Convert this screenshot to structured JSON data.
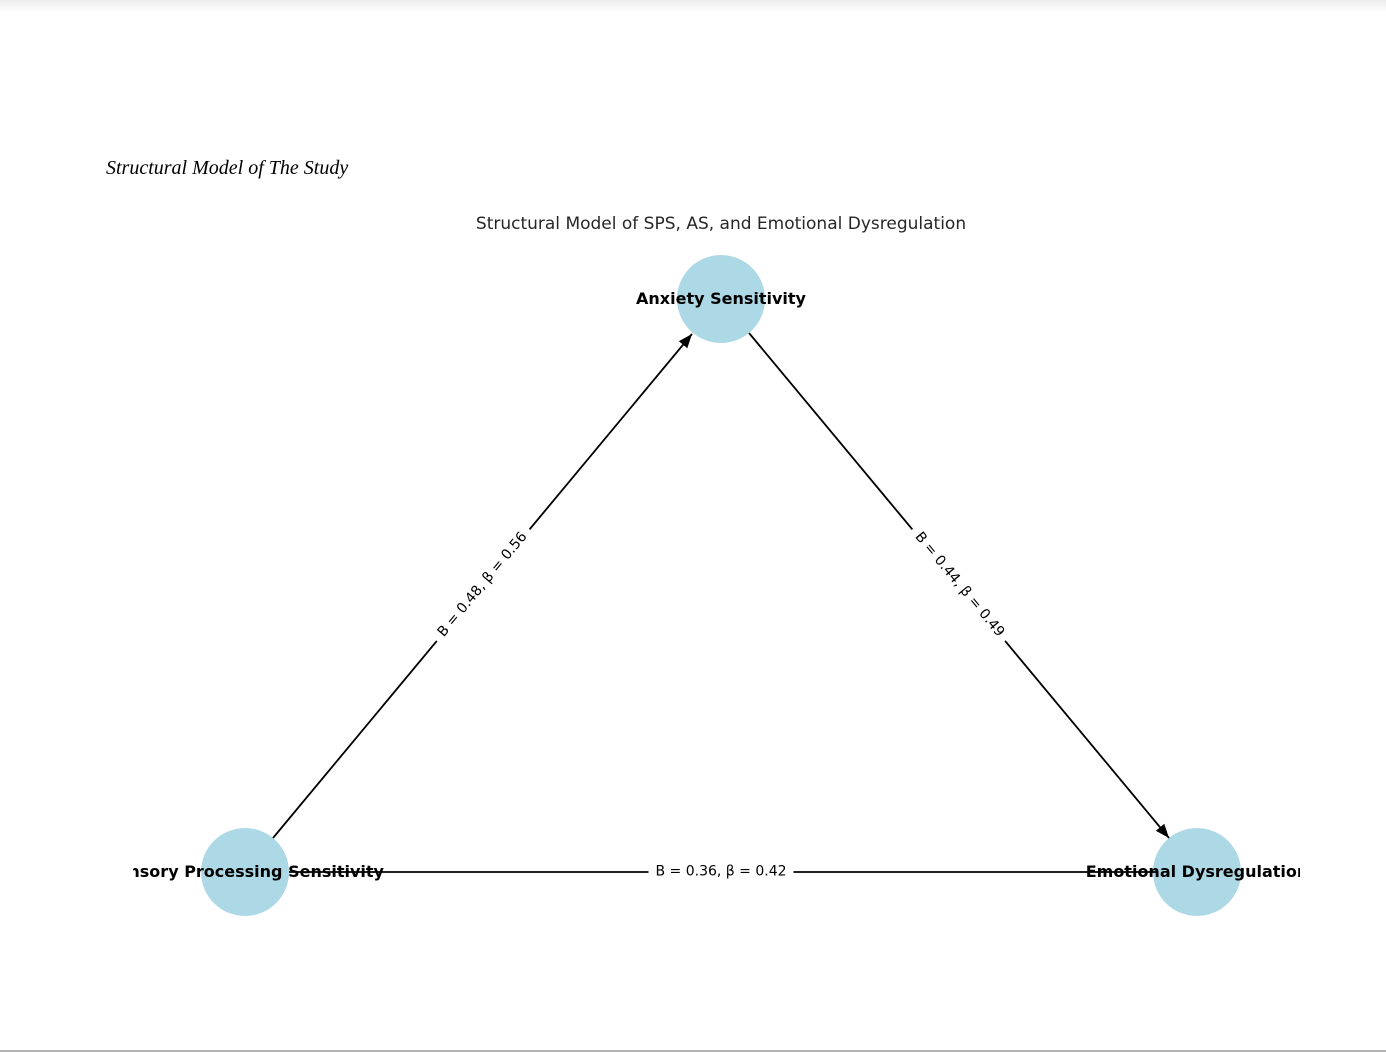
{
  "page": {
    "heading": "Structural Model of The Study"
  },
  "diagram": {
    "type": "path-model",
    "title": "Structural Model of SPS, AS, and Emotional Dysregulation",
    "colors": {
      "node_fill": "#ADD8E6",
      "edge": "#000000"
    },
    "nodes": [
      {
        "id": "SPS",
        "label": "Sensory Processing Sensitivity",
        "position": "bottom-left"
      },
      {
        "id": "AS",
        "label": "Anxiety Sensitivity",
        "position": "top-center"
      },
      {
        "id": "ED",
        "label": "Emotional Dysregulation",
        "position": "bottom-right"
      }
    ],
    "edges": [
      {
        "from": "SPS",
        "to": "AS",
        "label": "B = 0.48, β = 0.56"
      },
      {
        "from": "AS",
        "to": "ED",
        "label": "B = 0.44, β = 0.49"
      },
      {
        "from": "SPS",
        "to": "ED",
        "label": "B = 0.36, β = 0.42"
      }
    ]
  }
}
